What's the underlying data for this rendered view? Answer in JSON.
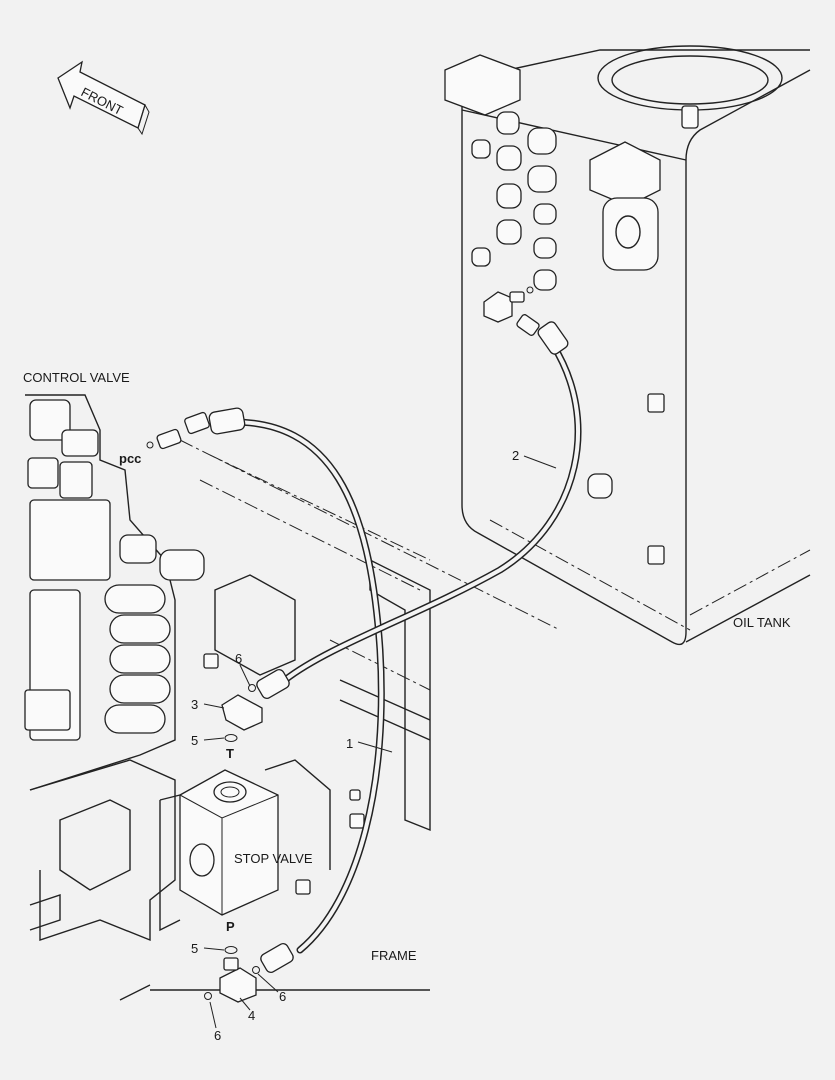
{
  "labels": {
    "front": "FRONT",
    "control_valve": "CONTROL VALVE",
    "pcc": "pcc",
    "oil_tank": "OIL TANK",
    "stop_valve": "STOP VALVE",
    "frame": "FRAME",
    "port_t": "T",
    "port_p": "P"
  },
  "callouts": {
    "c1": "1",
    "c2": "2",
    "c3": "3",
    "c4": "4",
    "c5a": "5",
    "c5b": "5",
    "c6a": "6",
    "c6b": "6",
    "c6c": "6"
  }
}
